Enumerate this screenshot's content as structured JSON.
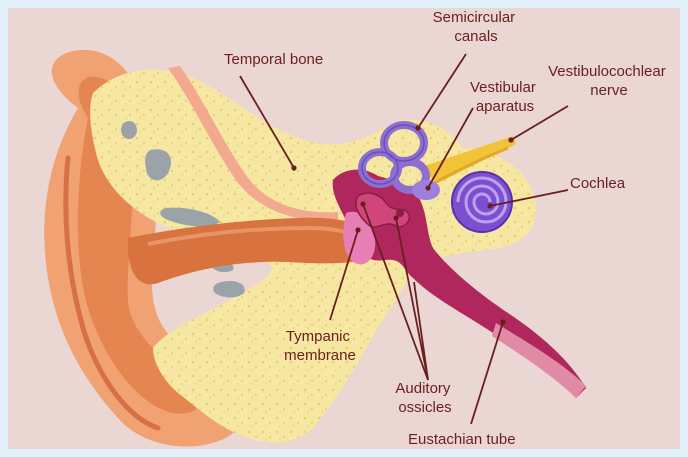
{
  "labels": {
    "semicircular_canals": [
      "Semicircular",
      "canals"
    ],
    "temporal_bone": "Temporal bone",
    "vestibulocochlear_nerve": [
      "Vestibulocochlear",
      "nerve"
    ],
    "vestibular_apparatus": [
      "Vestibular",
      "aparatus"
    ],
    "cochlea": "Cochlea",
    "tympanic_membrane": [
      "Tympanic",
      "membrane"
    ],
    "auditory_ossicles": [
      "Auditory",
      "ossicles"
    ],
    "eustachian_tube": "Eustachian tube"
  },
  "colors": {
    "background": "#ead6d2",
    "outer_frame": "#e2f0fa",
    "ear_outer": "#f0a272",
    "ear_inner": "#e58550",
    "bone": "#f6e7a3",
    "bone_dots": "#e8cf72",
    "gray_cavities": "#9aa3a8",
    "canal": "#d8723f",
    "middle_ear": "#b0275d",
    "tympanic": "#e77fb6",
    "semicircular": "#8c6fd1",
    "cochlea": "#7c4ed0",
    "nerve": "#f0c436",
    "label_text": "#6b1e20"
  }
}
